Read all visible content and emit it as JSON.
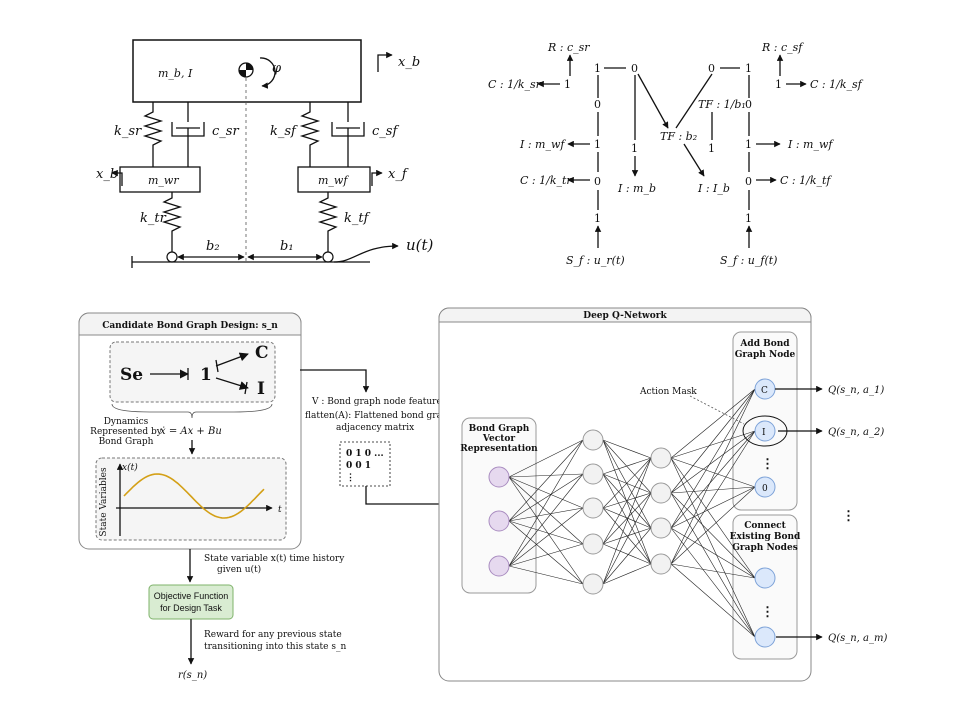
{
  "vehicle": {
    "body": "m_b, I",
    "phi": "φ",
    "xb_top": "x_b",
    "ksr": "k_sr",
    "csr": "c_sr",
    "ksf": "k_sf",
    "csf": "c_sf",
    "mwr": "m_wr",
    "mwf": "m_wf",
    "xb_left": "x_b",
    "xf": "x_f",
    "ktr": "k_tr",
    "ktf": "k_tf",
    "b2": "b₂",
    "b1": "b₁",
    "ut": "u(t)"
  },
  "bondgraph": {
    "R_sr": "R : c_sr",
    "R_sf": "R : c_sf",
    "C_ksr": "C : 1/k_sr",
    "C_ksf": "C : 1/k_sf",
    "one": "1",
    "zero": "0",
    "I_mwf_left": "I : m_wf",
    "I_mwf_right": "I : m_wf",
    "C_ktr": "C : 1/k_tr",
    "C_ktf": "C : 1/k_tf",
    "I_mb": "I : m_b",
    "I_Ib": "I : I_b",
    "TF_b2": "TF : b₂",
    "TF_b1": "TF : 1/b₁",
    "Sf_ur": "S_f : u_r(t)",
    "Sf_uf": "S_f : u_f(t)"
  },
  "candidate": {
    "title": "Candidate Bond Graph Design: s_n",
    "se": "Se",
    "one": "1",
    "c": "C",
    "i": "I",
    "dynamics": [
      "Dynamics",
      "Represented by",
      "Bond Graph"
    ],
    "equation": "ẋ = Ax + Bu",
    "y_axis_label": "State Variables",
    "x_vec": "x(t)",
    "t": "t"
  },
  "state_history": [
    "State variable x(t) time history",
    "given u(t)"
  ],
  "objective": [
    "Objective Function",
    "for Design Task"
  ],
  "reward": [
    "Reward for any previous state",
    "transitioning into this state s_n"
  ],
  "r_sn": "r(s_n)",
  "features": {
    "v_line": "V : Bond graph node features",
    "flatten_line1": "flatten(A): Flattened bond graph",
    "flatten_line2": "adjacency matrix",
    "matrix_row1": "0 1 0 ...",
    "matrix_row2": "0 0 1",
    "matrix_row3": "⋮"
  },
  "dqn": {
    "title": "Deep Q-Network",
    "vector_rep": [
      "Bond Graph",
      "Vector",
      "Representation"
    ],
    "add_node": [
      "Add Bond",
      "Graph Node"
    ],
    "connect": [
      "Connect",
      "Existing Bond",
      "Graph Nodes"
    ],
    "action_mask": "Action Mask",
    "node_c": "C",
    "node_i": "I",
    "node_0": "0",
    "q1": "Q(s_n, a_1)",
    "q2": "Q(s_n, a_2)",
    "qm": "Q(s_n, a_m)",
    "vdots": "⋮"
  },
  "colors": {
    "input_node": "#e6d9ef",
    "input_stroke": "#a98cc0",
    "hidden_node": "#f2f2f2",
    "hidden_stroke": "#9a9a9a",
    "output_node": "#dbe8fb",
    "output_stroke": "#7ea3d8",
    "objective_fill": "#d9ecd2",
    "objective_stroke": "#7fb36b",
    "sine": "#d4a017",
    "panel_fill": "#ffffff",
    "panel_head": "#f3f3f3"
  }
}
